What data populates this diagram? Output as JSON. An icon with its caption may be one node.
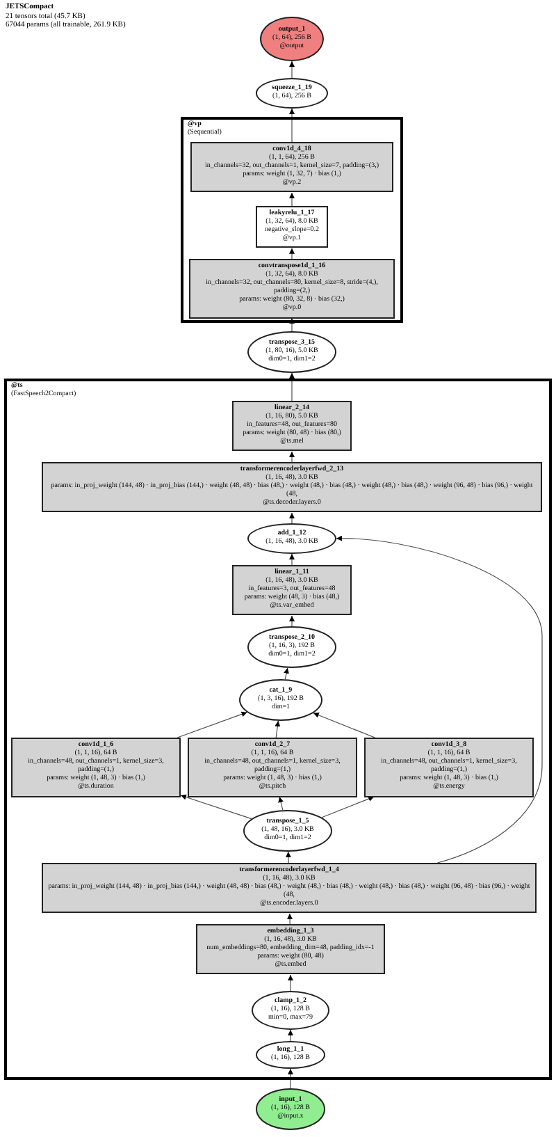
{
  "diagram": {
    "title": "JETSCompact",
    "nodes": [
      {
        "text": [
          "output_1",
          "(1, 64), 256 B",
          "@output"
        ]
      },
      {
        "text": [
          "squeeze_1_19",
          "(1, 64), 256 B"
        ]
      },
      {
        "text": [
          "@vp",
          "(Sequential)"
        ]
      },
      {
        "text": [
          "conv1d_4_18",
          "(1, 1, 64), 256 B",
          "in_channels=32, out_channels=1, kernel_size=7, padding=(3,)",
          "params: weight (1, 32, 7) · bias (1,)",
          "@vp.2"
        ],
        "in": 2
      },
      {
        "text": [
          "leakyrelu_1_17",
          "(1, 32, 64), 8.0 KB",
          "negative_slope=0.2",
          "@vp.1"
        ],
        "in": 2
      },
      {
        "text": [
          "convtranspose1d_1_16",
          "(1, 32, 64), 8.0 KB",
          "in_channels=32, out_channels=80, kernel_size=8, stride=(4,), padding=(2,)",
          "params: weight (80, 32, 8) · bias (32,)",
          "@vp.0"
        ],
        "in": 2
      },
      {
        "text": [
          "transpose_3_15",
          "(1, 80, 16), 5.0 KB",
          "dim0=1, dim1=2"
        ]
      },
      {
        "text": [
          "@ts",
          "(FastSpeech2Compact)"
        ]
      },
      {
        "text": [
          "linear_2_14",
          "(1, 16, 80), 5.0 KB",
          "in_features=48, out_features=80",
          "params: weight (80, 48) · bias (80,)",
          "@ts.mel"
        ],
        "in": 7
      },
      {
        "text": [
          "transformerencoderlayerfwd_2_13",
          "(1, 16, 48), 3.0 KB",
          "params: in_proj_weight (144, 48) · in_proj_bias (144,) · weight (48, 48) · bias (48,) · weight (48,) · bias (48,) · weight (48,) · bias (48,) · weight (96, 48) · bias (96,) · weight (48,",
          "@ts.decoder.layers.0"
        ],
        "in": 7
      },
      {
        "text": [
          "add_1_12",
          "(1, 16, 48), 3.0 KB"
        ],
        "in": 7
      },
      {
        "text": [
          "linear_1_11",
          "(1, 16, 48), 3.0 KB",
          "in_features=3, out_features=48",
          "params: weight (48, 3) · bias (48,)",
          "@ts.var_embed"
        ],
        "in": 7
      },
      {
        "text": [
          "transpose_2_10",
          "(1, 16, 3), 192 B",
          "dim0=1, dim1=2"
        ],
        "in": 7
      },
      {
        "text": [
          "cat_1_9",
          "(1, 3, 16), 192 B",
          "dim=1"
        ],
        "in": 7
      },
      {
        "text": [
          "conv1d_1_6",
          "(1, 1, 16), 64 B",
          "in_channels=48, out_channels=1, kernel_size=3, padding=(1,)",
          "params: weight (1, 48, 3) · bias (1,)",
          "@ts.duration"
        ],
        "in": 7
      },
      {
        "text": [
          "conv1d_2_7",
          "(1, 1, 16), 64 B",
          "in_channels=48, out_channels=1, kernel_size=3, padding=(1,)",
          "params: weight (1, 48, 3) · bias (1,)",
          "@ts.pitch"
        ],
        "in": 7
      },
      {
        "text": [
          "conv1d_3_8",
          "(1, 1, 16), 64 B",
          "in_channels=48, out_channels=1, kernel_size=3, padding=(1,)",
          "params: weight (1, 48, 3) · bias (1,)",
          "@ts.energy"
        ],
        "in": 7
      },
      {
        "text": [
          "transpose_1_5",
          "(1, 48, 16), 3.0 KB",
          "dim0=1, dim1=2"
        ],
        "in": 7
      },
      {
        "text": [
          "transformerencoderlayerfwd_1_4",
          "(1, 16, 48), 3.0 KB",
          "params: in_proj_weight (144, 48) · in_proj_bias (144,) · weight (48, 48) · bias (48,) · weight (48,) · bias (48,) · weight (48,) · bias (48,) · weight (96, 48) · bias (96,) · weight (48,",
          "@ts.encoder.layers.0"
        ],
        "in": 7
      },
      {
        "text": [
          "embedding_1_3",
          "(1, 16, 48), 3.0 KB",
          "num_embeddings=80, embedding_dim=48, padding_idx=-1",
          "params: weight (80, 48)",
          "@ts.embed"
        ],
        "in": 7
      },
      {
        "text": [
          "clamp_1_2",
          "(1, 16), 128 B",
          "min=0, max=79"
        ],
        "in": 7
      },
      {
        "text": [
          "long_1_1",
          "(1, 16), 128 B"
        ],
        "in": 7
      },
      {
        "text": [
          "input_1",
          "(1, 16), 128 B",
          "@input.x"
        ]
      }
    ],
    "edges": [
      {
        "from": 22,
        "to": 21,
        "arrow": "to"
      },
      {
        "from": 21,
        "to": 20,
        "arrow": "to"
      },
      {
        "from": 20,
        "to": 19,
        "arrow": "to"
      },
      {
        "from": 19,
        "to": 18,
        "arrow": "to"
      },
      {
        "from": 18,
        "to": 17,
        "arrow": "to"
      },
      {
        "from": 18,
        "to": 10,
        "arrow": "to"
      },
      {
        "from": 17,
        "to": 14,
        "arrow": "to"
      },
      {
        "from": 17,
        "to": 15,
        "arrow": "to"
      },
      {
        "from": 17,
        "to": 16,
        "arrow": "to"
      },
      {
        "from": 14,
        "to": 13,
        "arrow": "to"
      },
      {
        "from": 15,
        "to": 13,
        "arrow": "to"
      },
      {
        "from": 16,
        "to": 13,
        "arrow": "to"
      },
      {
        "from": 13,
        "to": 12,
        "arrow": "to"
      },
      {
        "from": 12,
        "to": 11,
        "arrow": "to"
      },
      {
        "from": 11,
        "to": 10,
        "arrow": "to"
      },
      {
        "from": 10,
        "to": 9,
        "arrow": "to"
      },
      {
        "from": 9,
        "to": 8,
        "arrow": "to"
      },
      {
        "from": 8,
        "to": 6,
        "arrow": "to"
      },
      {
        "from": 6,
        "to": 5,
        "arrow": "to"
      },
      {
        "from": 5,
        "to": 4,
        "arrow": "to"
      },
      {
        "from": 4,
        "to": 3,
        "arrow": "to"
      },
      {
        "from": 3,
        "to": 1,
        "arrow": "to"
      },
      {
        "from": 1,
        "to": 0,
        "arrow": "to"
      }
    ],
    "labels": [
      "21 tensors total (45.7 KB)",
      "67044 params (all trainable, 261.9 KB)"
    ]
  }
}
